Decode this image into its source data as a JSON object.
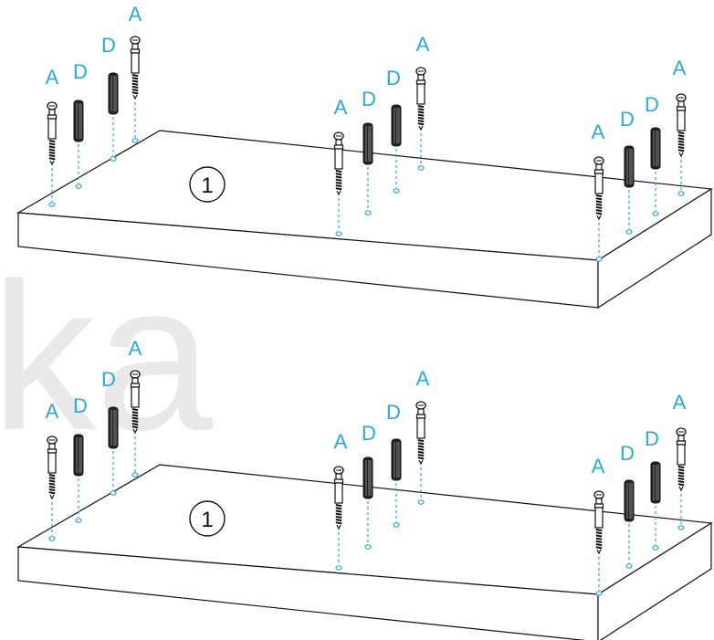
{
  "watermark": "ka",
  "colors": {
    "label": "#2aa9d8",
    "guide": "#2aa9d8",
    "outline": "#111111",
    "watermark": "#e9e9e9"
  },
  "panels": [
    {
      "step_number": "1",
      "parts": [
        {
          "label": "A",
          "kind": "cam-bolt"
        },
        {
          "label": "D",
          "kind": "dowel"
        },
        {
          "label": "D",
          "kind": "dowel"
        },
        {
          "label": "A",
          "kind": "cam-bolt"
        },
        {
          "label": "A",
          "kind": "cam-bolt"
        },
        {
          "label": "D",
          "kind": "dowel"
        },
        {
          "label": "D",
          "kind": "dowel"
        },
        {
          "label": "A",
          "kind": "cam-bolt"
        },
        {
          "label": "A",
          "kind": "cam-bolt"
        },
        {
          "label": "D",
          "kind": "dowel"
        },
        {
          "label": "D",
          "kind": "dowel"
        },
        {
          "label": "A",
          "kind": "cam-bolt"
        }
      ]
    },
    {
      "step_number": "1",
      "parts": [
        {
          "label": "A",
          "kind": "cam-bolt"
        },
        {
          "label": "D",
          "kind": "dowel"
        },
        {
          "label": "D",
          "kind": "dowel"
        },
        {
          "label": "A",
          "kind": "cam-bolt"
        },
        {
          "label": "A",
          "kind": "cam-bolt"
        },
        {
          "label": "D",
          "kind": "dowel"
        },
        {
          "label": "D",
          "kind": "dowel"
        },
        {
          "label": "A",
          "kind": "cam-bolt"
        },
        {
          "label": "A",
          "kind": "cam-bolt"
        },
        {
          "label": "D",
          "kind": "dowel"
        },
        {
          "label": "D",
          "kind": "dowel"
        },
        {
          "label": "A",
          "kind": "cam-bolt"
        }
      ]
    }
  ]
}
